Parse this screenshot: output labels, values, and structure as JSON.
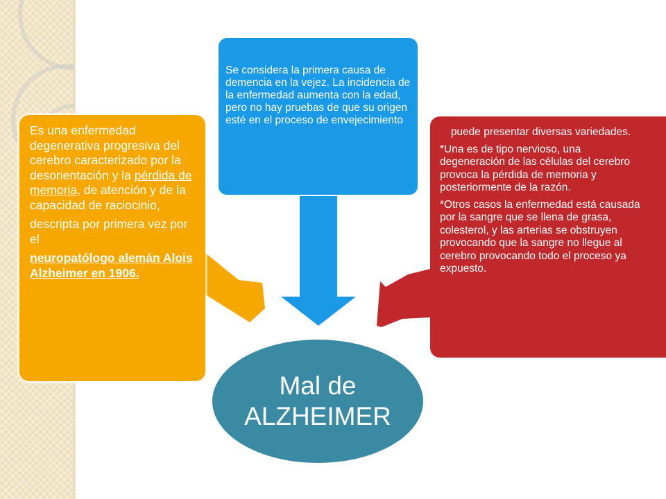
{
  "center": {
    "line1": "Mal de",
    "line2": "ALZHEIMER"
  },
  "left_box": {
    "para1_a": "Es una enfermedad degenerativa progresiva del cerebro caracterizado por la desorientación y la ",
    "para1_link": "pérdida de memoria",
    "para1_b": ", de atención y de la capacidad de raciocinio,",
    "para2": "descripta por primera vez por el",
    "para3": "neuropatólogo alemán Alois Alzheimer en 1906."
  },
  "top_box": {
    "text": "Se considera la primera causa de demencia en la vejez. La incidencia de la enfermedad aumenta con la edad, pero no hay pruebas de que su origen esté en el proceso de envejecimiento"
  },
  "right_box": {
    "heading": "puede presentar diversas variedades.",
    "item1": "*Una es de tipo nervioso, una degeneración de las células del cerebro provoca la pérdida de memoria y posteriormente de la razón.",
    "item2": "*Otros casos la enfermedad está causada por la sangre que se llena de grasa, colesterol, y las arterias se obstruyen provocando que la sangre no llegue al cerebro provocando todo el proceso ya expuesto."
  },
  "colors": {
    "left_box": "#f6a800",
    "top_box": "#1a9ae6",
    "right_box": "#c0282c",
    "center": "#3a8aa3"
  }
}
